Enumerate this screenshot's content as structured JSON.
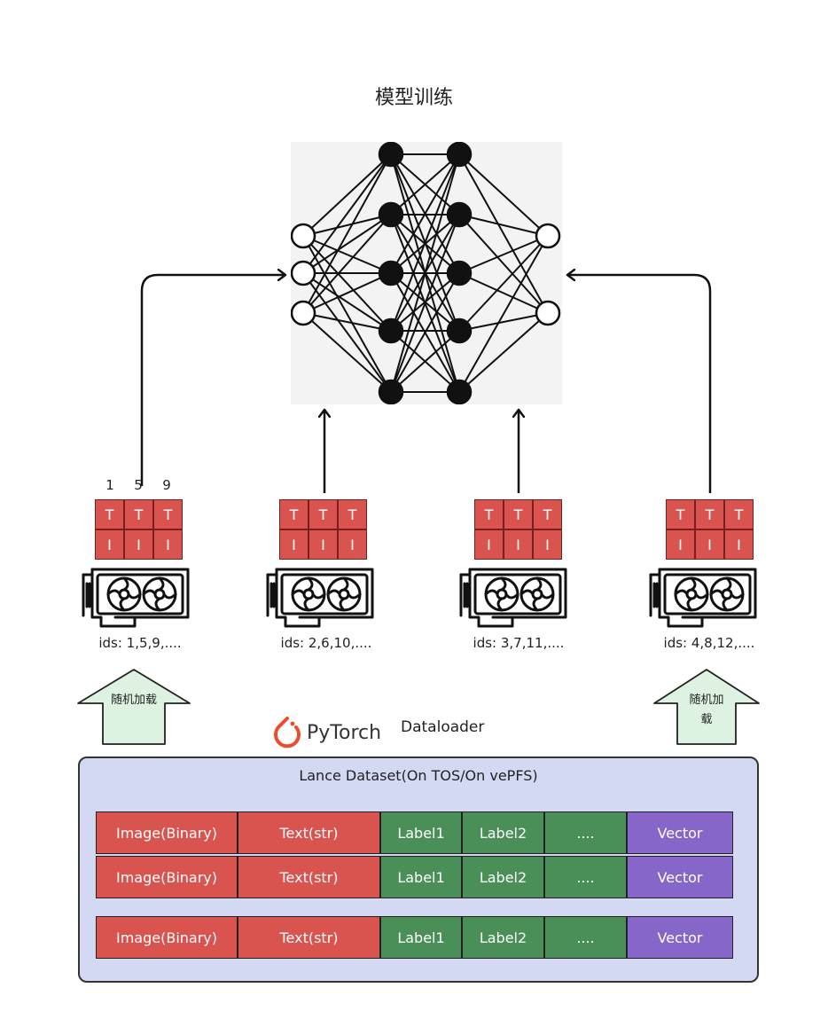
{
  "title": "模型训练",
  "gpus": [
    {
      "id": "gpu-1",
      "ids": "ids: 1,5,9,....",
      "indices": [
        "1",
        "5",
        "9"
      ],
      "cells": [
        "T",
        "T",
        "T",
        "I",
        "I",
        "I"
      ]
    },
    {
      "id": "gpu-2",
      "ids": "ids: 2,6,10,....",
      "indices": [],
      "cells": [
        "T",
        "T",
        "T",
        "I",
        "I",
        "I"
      ]
    },
    {
      "id": "gpu-3",
      "ids": "ids: 3,7,11,....",
      "indices": [],
      "cells": [
        "T",
        "T",
        "T",
        "I",
        "I",
        "I"
      ]
    },
    {
      "id": "gpu-4",
      "ids": "ids: 4,8,12,....",
      "indices": [],
      "cells": [
        "T",
        "T",
        "T",
        "I",
        "I",
        "I"
      ]
    }
  ],
  "random_load": {
    "left": "随机加载",
    "right": "随机加载"
  },
  "pytorch": {
    "label": "PyTorch"
  },
  "dataloader": "Dataloader",
  "dataset": {
    "title": "Lance Dataset(On TOS/On vePFS)",
    "rows": [
      [
        "Image(Binary)",
        "Text(str)",
        "Label1",
        "Label2",
        "....",
        "Vector"
      ],
      [
        "Image(Binary)",
        "Text(str)",
        "Label1",
        "Label2",
        "....",
        "Vector"
      ],
      [
        "Image(Binary)",
        "Text(str)",
        "Label1",
        "Label2",
        "....",
        "Vector"
      ]
    ]
  },
  "colors": {
    "text_cell": "#d9534f",
    "label_cell": "#4a8f57",
    "vector_cell": "#8666c9",
    "dataset_bg": "#d4d9f3",
    "arrow_fill": "#ddf2e1"
  }
}
